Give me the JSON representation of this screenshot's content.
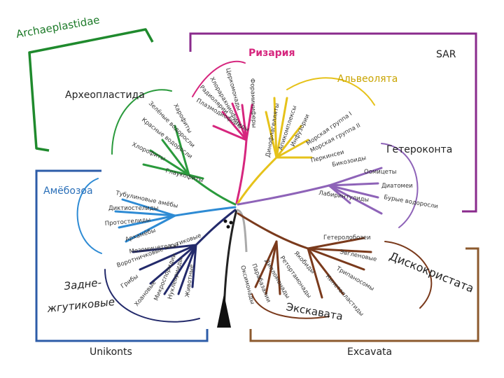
{
  "supergroups": {
    "archaeplastida_latin": "Archaeplastidae",
    "sar": "SAR",
    "unikonts": "Unikonts",
    "excavata": "Excavata"
  },
  "groups": {
    "rhizaria": "Ризария",
    "alveolata": "Альвеолята",
    "heterokonta": "Гетероконта",
    "archaeplastida": "Археопластида",
    "amoebozoa": "Амёбозоа",
    "opisthokonta_1": "Задне-",
    "opisthokonta_2": "жгутиковые",
    "discicristata": "Дискокристата",
    "excavata_ru": "Экскавата"
  },
  "leaves": {
    "rhizaria": [
      "Хлорарахниофиты",
      "Радиолярии",
      "Плазмодиофориды",
      "Церкомонады",
      "Фораминиферы"
    ],
    "alveolata": [
      "Динофлагелляты",
      "Апикомплексы",
      "Инфузории",
      "Морская группа I",
      "Морская группа II",
      "Перкинсеи"
    ],
    "heterokonta": [
      "Бикозоиды",
      "Оомицеты",
      "Диатомеи",
      "Бурые водоросли",
      "Лабиринтулиды"
    ],
    "archaeplastida": [
      "Харофиты",
      "Зелёные водоросли",
      "Красные водоросли",
      "Хлорофиты",
      "Глаукофиты"
    ],
    "amoebozoa": [
      "Тубулиновые амёбы",
      "Диктиостелиды",
      "Протостелиды",
      "Архамёбы"
    ],
    "opisthokonta": [
      "Мезомицетозои",
      "Воротничковые жгутиковые",
      "Грибы",
      "Хоановые",
      "Микроспоридии",
      "Нуклеарииды",
      "Животные"
    ],
    "discicristata": [
      "Гетеролобозеи",
      "Эвгленовые",
      "Трипаносомы",
      "Кинетопластиды"
    ],
    "excavata": [
      "Оксимонады",
      "Парабазалии",
      "Дипломонады",
      "Ретортамонады",
      "Якобиды"
    ]
  },
  "colors": {
    "rhizaria": "#d6267e",
    "alveolata": "#e6c21a",
    "heterokonta": "#8e63b8",
    "archaeplastida": "#2a9a3c",
    "amoebozoa": "#2e8bd4",
    "opisthokonta": "#232a6b",
    "excavata": "#7a3a1c",
    "bracket_green": "#1f8a2d",
    "bracket_sar": "#8a2a8c",
    "bracket_unikonts": "#2d5ca8",
    "bracket_excavata": "#8c5a2e"
  }
}
